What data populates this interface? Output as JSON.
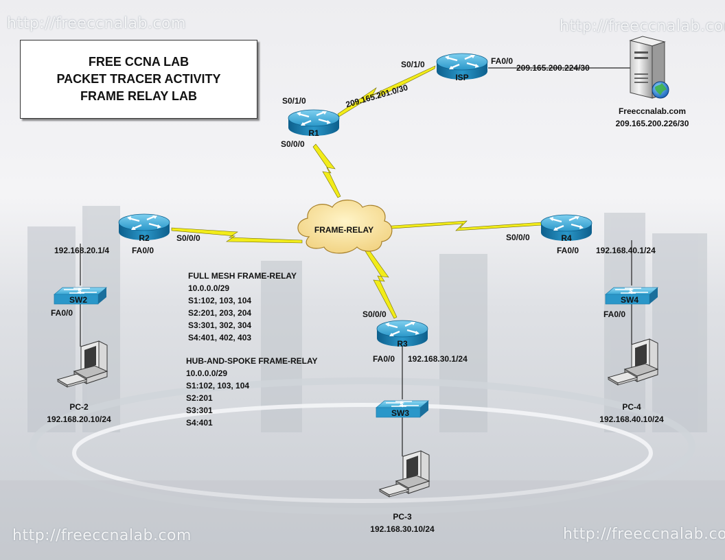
{
  "watermarks": [
    "http://freeccnalab.com",
    "http://freeccnalab.com",
    "http://freeccnalab.com",
    "http://freeccnalab.com"
  ],
  "title": [
    "FREE CCNA LAB",
    "PACKET TRACER ACTIVITY",
    "FRAME RELAY LAB"
  ],
  "routers": {
    "isp": "ISP",
    "r1": "R1",
    "r2": "R2",
    "r3": "R3",
    "r4": "R4"
  },
  "switches": {
    "sw2": "SW2",
    "sw3": "SW3",
    "sw4": "SW4"
  },
  "cloud": "FRAME-RELAY",
  "server": {
    "name": "Freeccnalab.com",
    "ip": "209.165.200.226/30"
  },
  "pcs": {
    "pc2": {
      "name": "PC-2",
      "ip": "192.168.20.10/24"
    },
    "pc3": {
      "name": "PC-3",
      "ip": "192.168.30.10/24"
    },
    "pc4": {
      "name": "PC-4",
      "ip": "192.168.40.10/24"
    }
  },
  "interfaces": {
    "isp_s010": "S0/1/0",
    "isp_fa00": "FA0/0",
    "isp_server_net": "209.165.200.224/30",
    "r1_s010": "S0/1/0",
    "r1_s000": "S0/0/0",
    "r1_isp_net": "209.165.201.0/30",
    "r2_s000": "S0/0/0",
    "r2_fa00": "FA0/0",
    "r2_ip": "192.168.20.1/4",
    "sw2_fa00": "FA0/0",
    "r3_s000": "S0/0/0",
    "r3_fa00": "FA0/0",
    "r3_ip": "192.168.30.1/24",
    "r4_s000": "S0/0/0",
    "r4_fa00": "FA0/0",
    "r4_ip": "192.168.40.1/24",
    "sw4_fa00": "FA0/0"
  },
  "full_mesh": {
    "heading": "FULL MESH FRAME-RELAY",
    "network": "10.0.0.0/29",
    "lines": [
      "S1:102, 103, 104",
      "S2:201, 203, 204",
      "S3:301, 302, 304",
      "S4:401, 402, 403"
    ]
  },
  "hub_spoke": {
    "heading": "HUB-AND-SPOKE FRAME-RELAY",
    "network": "10.0.0.0/29",
    "lines": [
      "S1:102, 103, 104",
      "S2:201",
      "S3:301",
      "S4:401"
    ]
  },
  "colors": {
    "serial_bolt": "#f2ec1a",
    "router_blue": "#2a97c9",
    "switch_blue": "#3aa8d4",
    "cloud": "#f6e0a0"
  }
}
